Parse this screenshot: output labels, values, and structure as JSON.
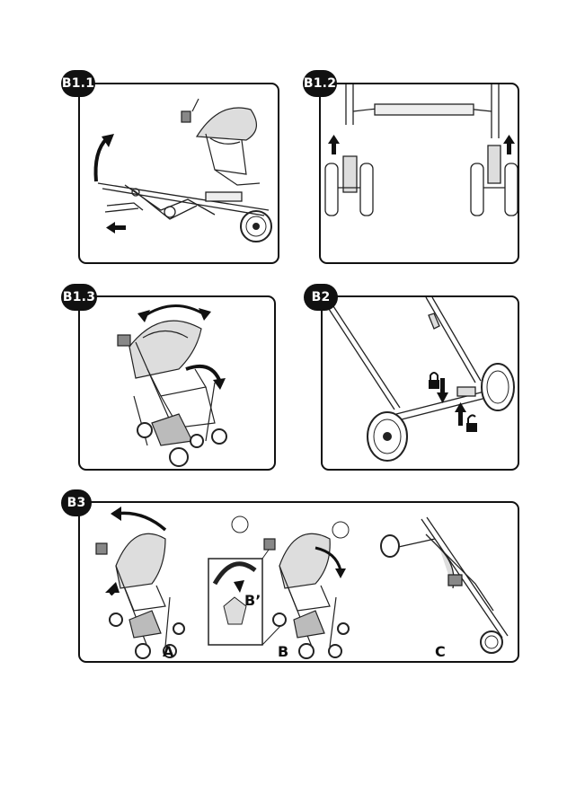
{
  "panels": {
    "b1_1": {
      "label": "B1.1"
    },
    "b1_2": {
      "label": "B1.2"
    },
    "b1_3": {
      "label": "B1.3"
    },
    "b2": {
      "label": "B2"
    },
    "b3": {
      "label": "B3",
      "step_a": "A",
      "step_b": "B",
      "inset": "B’",
      "step_c": "C"
    }
  },
  "icons": [
    "arrow-up-icon",
    "arrow-down-icon",
    "arrow-left-icon",
    "curved-arrow-icon",
    "lock-icon",
    "unlock-icon",
    "stroller-icon",
    "wheel-icon"
  ]
}
